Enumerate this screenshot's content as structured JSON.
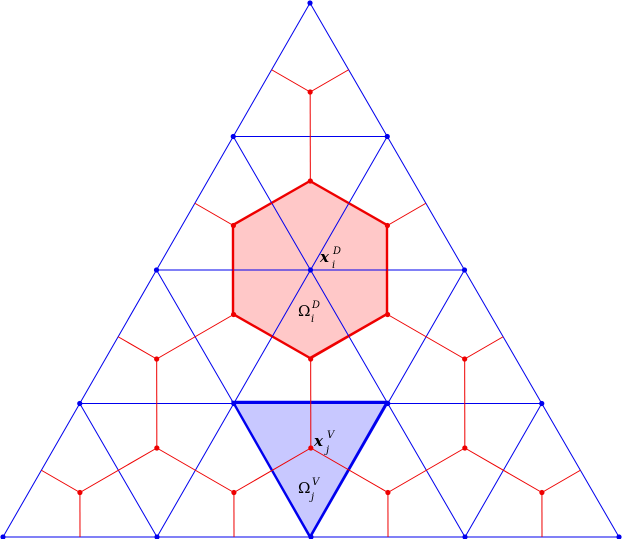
{
  "diagram": {
    "colors": {
      "primal": "#0000ee",
      "dual": "#ee0000",
      "dual_fill": "#ffc8c8",
      "primal_fill": "#c8c8ff"
    },
    "labels": {
      "x_D_base": "x",
      "x_D_sup": "D",
      "x_D_sub": "i",
      "omega_D_base": "Ω",
      "omega_D_sup": "D",
      "omega_D_sub": "i",
      "x_V_base": "x",
      "x_V_sup": "V",
      "x_V_sub": "j",
      "omega_V_base": "Ω",
      "omega_V_sup": "V",
      "omega_V_sub": "j"
    }
  }
}
